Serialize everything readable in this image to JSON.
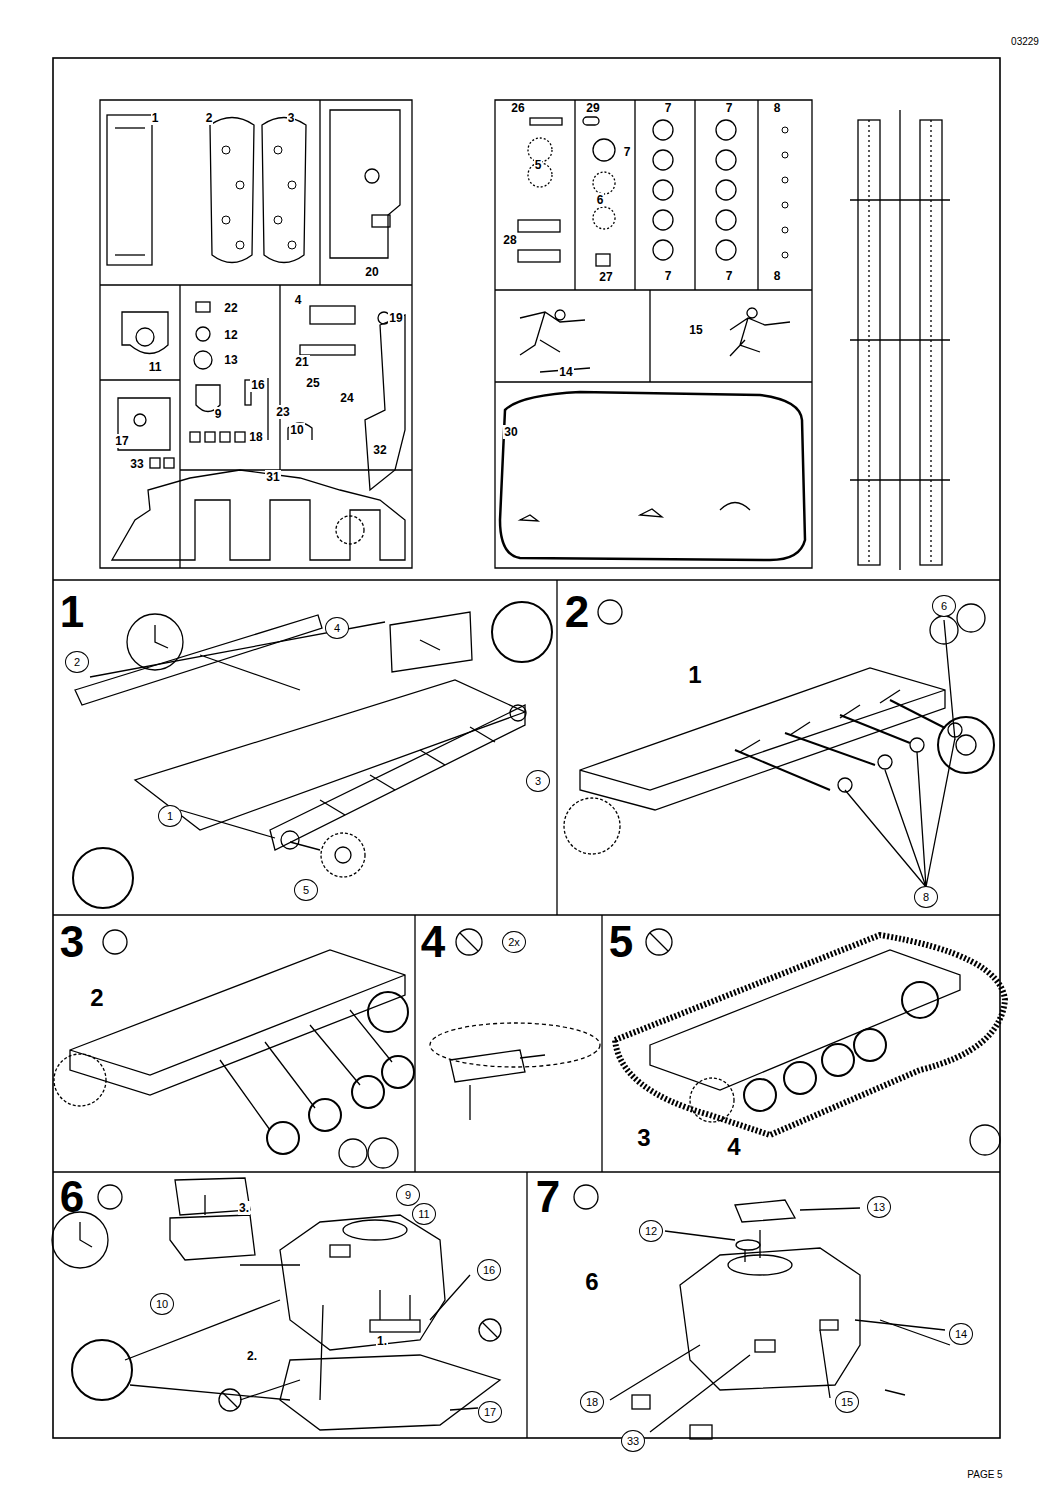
{
  "diagram": {
    "labels": [
      "03229",
      "1",
      "2",
      "3",
      "20",
      "4",
      "19",
      "22",
      "12",
      "11",
      "13",
      "9",
      "16",
      "21",
      "25",
      "24",
      "23",
      "10",
      "17",
      "18",
      "33",
      "31",
      "32",
      "26",
      "29",
      "7",
      "7",
      "8",
      "5",
      "7",
      "6",
      "28",
      "27",
      "7",
      "7",
      "8",
      "15",
      "14",
      "30",
      "1",
      "2",
      "4",
      "1",
      "3",
      "5",
      "2",
      "1",
      "6",
      "8",
      "3",
      "2",
      "4",
      "2x",
      "5",
      "3",
      "4",
      "6",
      "9",
      "3.",
      "11",
      "10",
      "16",
      "2.",
      "1.",
      "17",
      "7",
      "13",
      "12",
      "6",
      "18",
      "14",
      "33",
      "15",
      "PAGE 5"
    ]
  }
}
